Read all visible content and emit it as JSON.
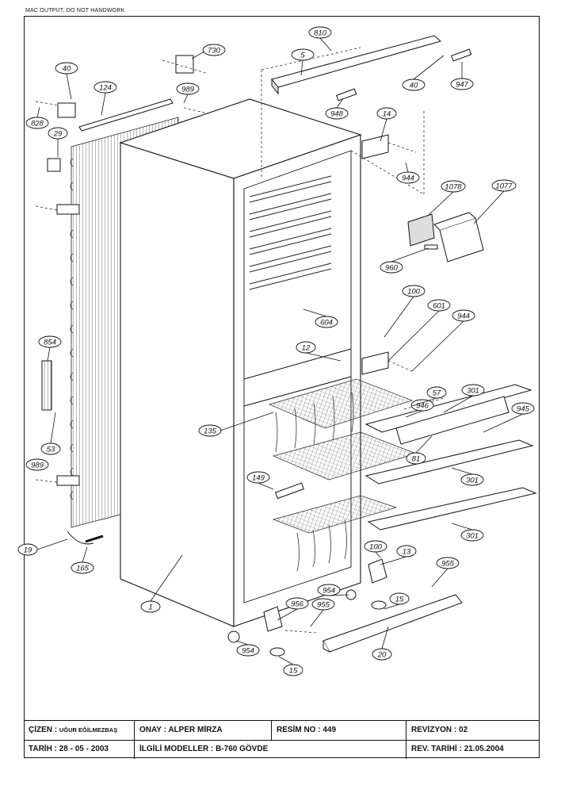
{
  "header_note": "MAC OUTPUT, DO NOT HANDWORK",
  "callouts": [
    "810",
    "5",
    "730",
    "40",
    "124",
    "989",
    "828",
    "29",
    "948",
    "947",
    "14",
    "944",
    "1078",
    "1077",
    "960",
    "100",
    "601",
    "604",
    "854",
    "12",
    "944",
    "57",
    "301",
    "946",
    "945",
    "81",
    "135",
    "53",
    "989",
    "301",
    "149",
    "301",
    "19",
    "165",
    "100",
    "13",
    "955",
    "954",
    "1",
    "956",
    "955",
    "15",
    "954",
    "15",
    "20"
  ],
  "title_block": {
    "cizen_label": "ÇİZEN :",
    "cizen_value": "UĞUR EĞİLMEZBAŞ",
    "onay_label": "ONAY :",
    "onay_value": "ALPER MİRZA",
    "resim_label": "RESİM NO :",
    "resim_value": "449",
    "revizyon_label": "REVİZYON :",
    "revizyon_value": "02",
    "tarih_label": "TARİH :",
    "tarih_value": "28 - 05 - 2003",
    "ilgili_label": "İLGİLİ MODELLER :",
    "ilgili_value": "B-760 GÖVDE",
    "rev_tarihi_label": "REV. TARİHİ :",
    "rev_tarihi_value": "21.05.2004"
  }
}
